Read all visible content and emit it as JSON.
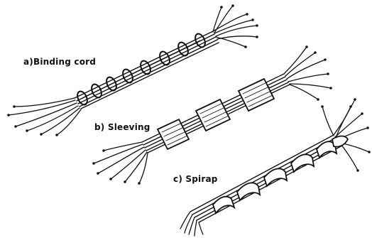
{
  "labels": {
    "binding_cord": "a)Binding cord",
    "sleeving": "b) Sleeving",
    "spirap": "c) Spirap"
  },
  "colors": {
    "ink": "#111111",
    "background": "#ffffff"
  }
}
